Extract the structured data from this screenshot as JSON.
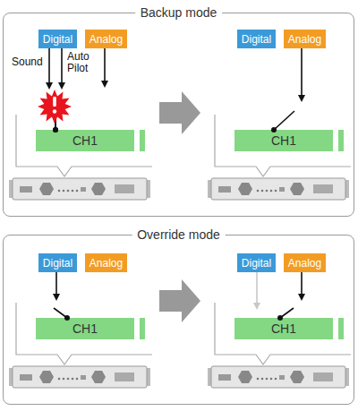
{
  "diagram": {
    "nodes": [
      {
        "text": [
          "Backup mode"
        ]
      },
      {
        "text": [
          "Digital"
        ],
        "in": 0
      },
      {
        "text": [
          "Analog"
        ],
        "in": 0
      },
      {
        "text": [
          "CH1"
        ],
        "in": 0
      },
      {
        "text": [
          "Digital"
        ],
        "in": 0
      },
      {
        "text": [
          "Analog"
        ],
        "in": 0
      },
      {
        "text": [
          "CH1"
        ],
        "in": 0
      },
      {
        "text": [
          "Override mode"
        ]
      },
      {
        "text": [
          "Digital"
        ],
        "in": 7
      },
      {
        "text": [
          "Analog"
        ],
        "in": 7
      },
      {
        "text": [
          "CH1"
        ],
        "in": 7
      },
      {
        "text": [
          "Digital"
        ],
        "in": 7
      },
      {
        "text": [
          "Analog"
        ],
        "in": 7
      },
      {
        "text": [
          "CH1"
        ],
        "in": 7
      }
    ],
    "edges": [
      {
        "from": 1,
        "to": 3,
        "label": "Sound",
        "arrow": "to"
      },
      {
        "from": 1,
        "to": 3,
        "label": "Auto Pilot",
        "arrow": "to"
      },
      {
        "from": 5,
        "to": 6,
        "arrow": "to"
      },
      {
        "from": 8,
        "to": 10,
        "arrow": "to"
      },
      {
        "from": 12,
        "to": 13,
        "arrow": "to"
      }
    ]
  }
}
